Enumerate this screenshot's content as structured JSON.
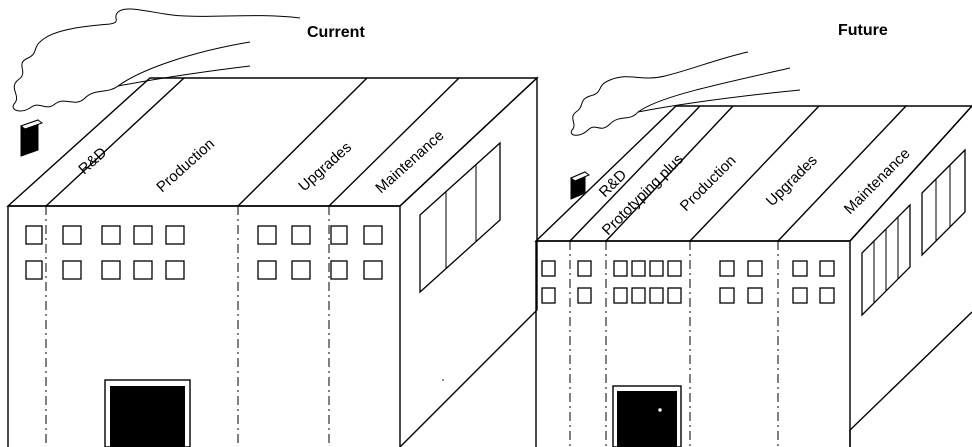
{
  "current": {
    "caption": "Current",
    "roof_labels": [
      "R&D",
      "Production",
      "Upgrades",
      "Maintenance"
    ]
  },
  "future": {
    "caption": "Future",
    "roof_labels": [
      "R&D",
      "Prototyping plus",
      "Production",
      "Upgrades",
      "Maintenance"
    ]
  }
}
